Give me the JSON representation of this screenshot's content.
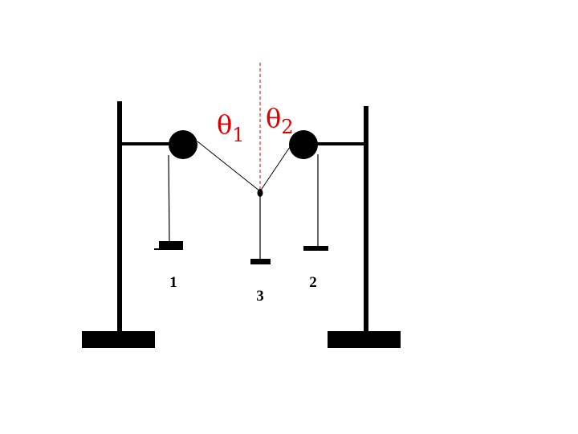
{
  "angles": {
    "theta1": {
      "symbol": "θ",
      "subscript": "1"
    },
    "theta2": {
      "symbol": "θ",
      "subscript": "2"
    }
  },
  "masses": [
    {
      "label": "1"
    },
    {
      "label": "2"
    },
    {
      "label": "3"
    }
  ],
  "colors": {
    "structure": "#000000",
    "annotation": "#dd0000"
  }
}
